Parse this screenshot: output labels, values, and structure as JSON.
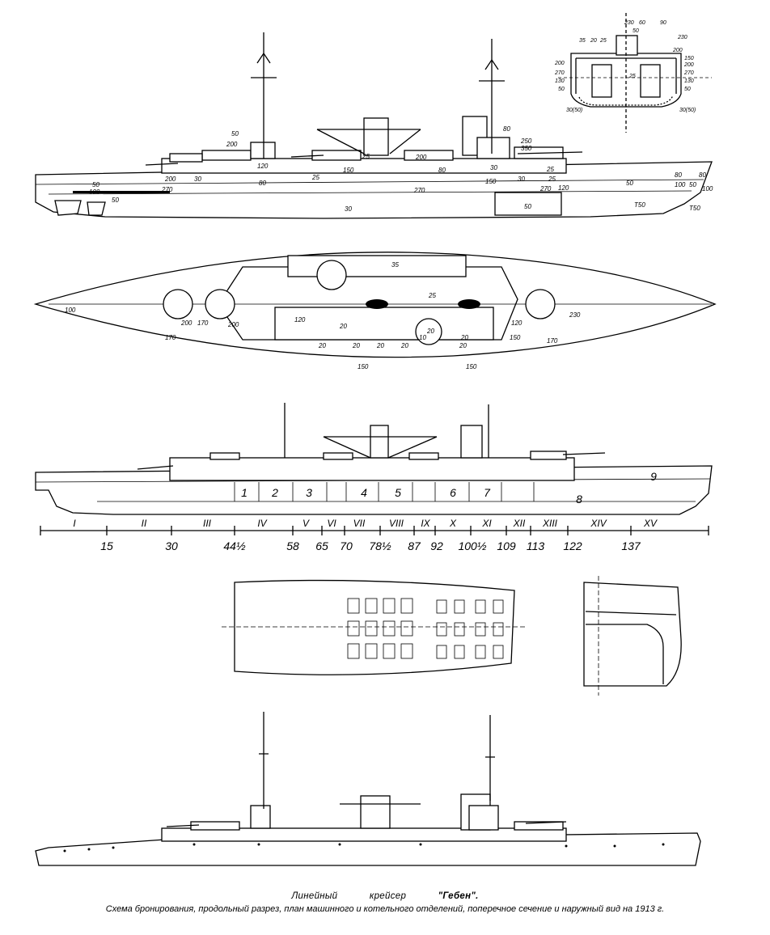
{
  "caption": {
    "type_label": "Линейный",
    "class_label": "крейсер",
    "ship_name": "\"Гебен\".",
    "description": "Схема бронирования, продольный разрез, план машинного и котельного отделений, поперечное сечение и наружный вид на 1913 г."
  },
  "armor_profile": {
    "labels": [
      {
        "t": "50"
      },
      {
        "t": "200"
      },
      {
        "t": "120"
      },
      {
        "t": "25"
      },
      {
        "t": "150"
      },
      {
        "t": "80"
      },
      {
        "t": "250"
      },
      {
        "t": "350"
      },
      {
        "t": "200"
      },
      {
        "t": "30"
      },
      {
        "t": "80"
      },
      {
        "t": "25"
      },
      {
        "t": "150"
      },
      {
        "t": "80"
      },
      {
        "t": "30"
      },
      {
        "t": "25"
      },
      {
        "t": "200"
      },
      {
        "t": "270"
      },
      {
        "t": "270"
      },
      {
        "t": "270"
      },
      {
        "t": "120"
      },
      {
        "t": "50"
      },
      {
        "t": "80"
      },
      {
        "t": "80"
      },
      {
        "t": "100"
      },
      {
        "t": "50"
      },
      {
        "t": "100"
      },
      {
        "t": "50"
      },
      {
        "t": "100"
      },
      {
        "t": "50"
      },
      {
        "t": "30"
      },
      {
        "t": "50"
      },
      {
        "t": "T50"
      },
      {
        "t": "T50"
      },
      {
        "t": "25"
      },
      {
        "t": "30"
      }
    ]
  },
  "cross_section": {
    "labels": [
      {
        "t": "230"
      },
      {
        "t": "60"
      },
      {
        "t": "90"
      },
      {
        "t": "35"
      },
      {
        "t": "20"
      },
      {
        "t": "25"
      },
      {
        "t": "50"
      },
      {
        "t": "230"
      },
      {
        "t": "200"
      },
      {
        "t": "150"
      },
      {
        "t": "200"
      },
      {
        "t": "200"
      },
      {
        "t": "270"
      },
      {
        "t": "270"
      },
      {
        "t": "130"
      },
      {
        "t": "130"
      },
      {
        "t": "50"
      },
      {
        "t": "50"
      },
      {
        "t": "25"
      },
      {
        "t": "30(50)"
      },
      {
        "t": "30(50)"
      }
    ]
  },
  "deck_plan": {
    "labels": [
      {
        "t": "35"
      },
      {
        "t": "25"
      },
      {
        "t": "100"
      },
      {
        "t": "200"
      },
      {
        "t": "170"
      },
      {
        "t": "200"
      },
      {
        "t": "170"
      },
      {
        "t": "120"
      },
      {
        "t": "20"
      },
      {
        "t": "20"
      },
      {
        "t": "20"
      },
      {
        "t": "20"
      },
      {
        "t": "20"
      },
      {
        "t": "20"
      },
      {
        "t": "10"
      },
      {
        "t": "20"
      },
      {
        "t": "20"
      },
      {
        "t": "120"
      },
      {
        "t": "150"
      },
      {
        "t": "230"
      },
      {
        "t": "170"
      },
      {
        "t": "150"
      },
      {
        "t": "150"
      }
    ]
  },
  "section": {
    "compartments": [
      "1",
      "2",
      "3",
      "4",
      "5",
      "6",
      "7",
      "8",
      "9"
    ],
    "zones": [
      "I",
      "II",
      "III",
      "IV",
      "V",
      "VI",
      "VII",
      "VIII",
      "IX",
      "X",
      "XI",
      "XII",
      "XIII",
      "XIV",
      "XV"
    ],
    "frames": [
      "15",
      "30",
      "44½",
      "58",
      "65",
      "70",
      "78½",
      "87",
      "92",
      "100½",
      "109",
      "113",
      "122",
      "137"
    ]
  }
}
